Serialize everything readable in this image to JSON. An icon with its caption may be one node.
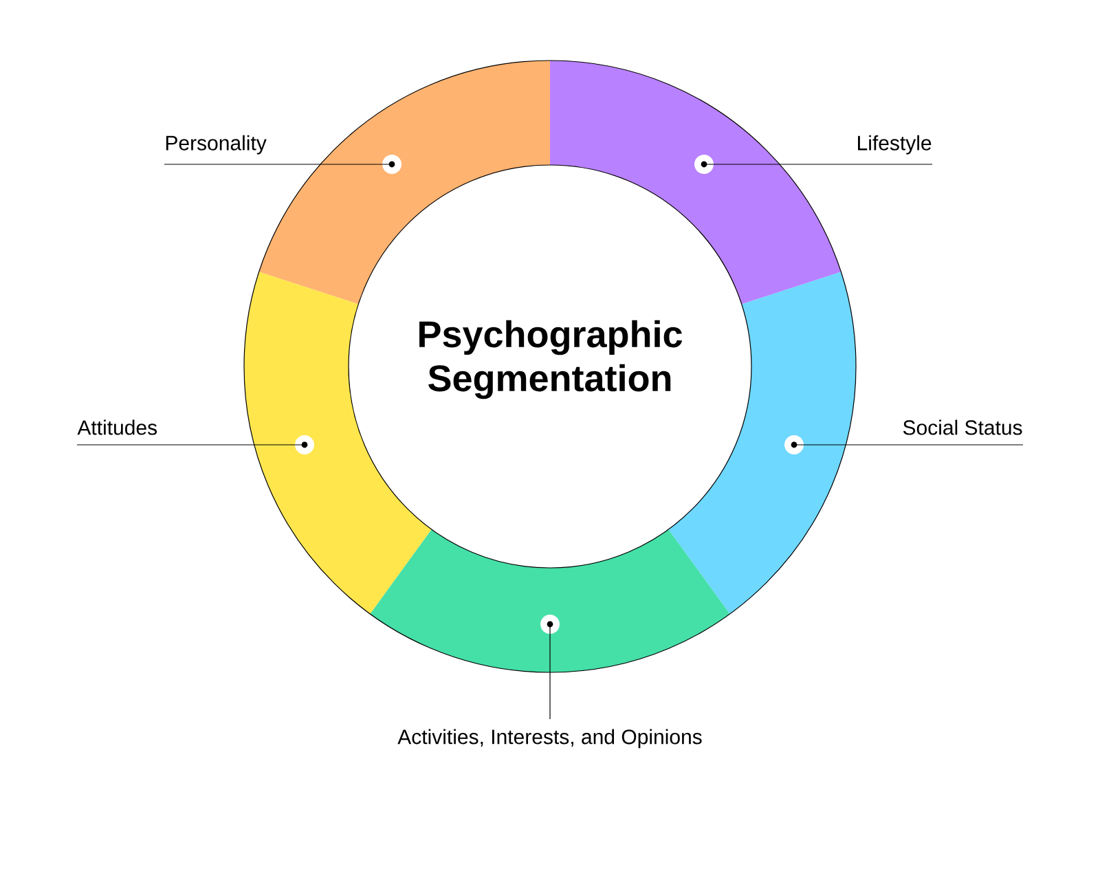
{
  "diagram": {
    "title": "Psychographic Segmentation",
    "nodes": [
      {
        "text": [
          "Personality"
        ]
      },
      {
        "text": [
          "Lifestyle"
        ]
      },
      {
        "text": [
          "Attitudes"
        ]
      },
      {
        "text": [
          "Social Status"
        ]
      },
      {
        "text": [
          "Activities, Interests, and Opinions"
        ]
      },
      {
        "text": [],
        "shape": "arc"
      },
      {
        "text": [],
        "shape": "arc"
      },
      {
        "text": [],
        "shape": "arc"
      },
      {
        "text": [],
        "shape": "arc"
      },
      {
        "text": [],
        "shape": "arc"
      }
    ],
    "edges": [
      {
        "from": 0,
        "to": 5,
        "arrow": "none"
      },
      {
        "from": 1,
        "to": 6,
        "arrow": "none"
      },
      {
        "from": 2,
        "to": 7,
        "arrow": "none"
      },
      {
        "from": 3,
        "to": 8,
        "arrow": "none"
      },
      {
        "from": 4,
        "to": 9,
        "arrow": "none"
      }
    ]
  }
}
